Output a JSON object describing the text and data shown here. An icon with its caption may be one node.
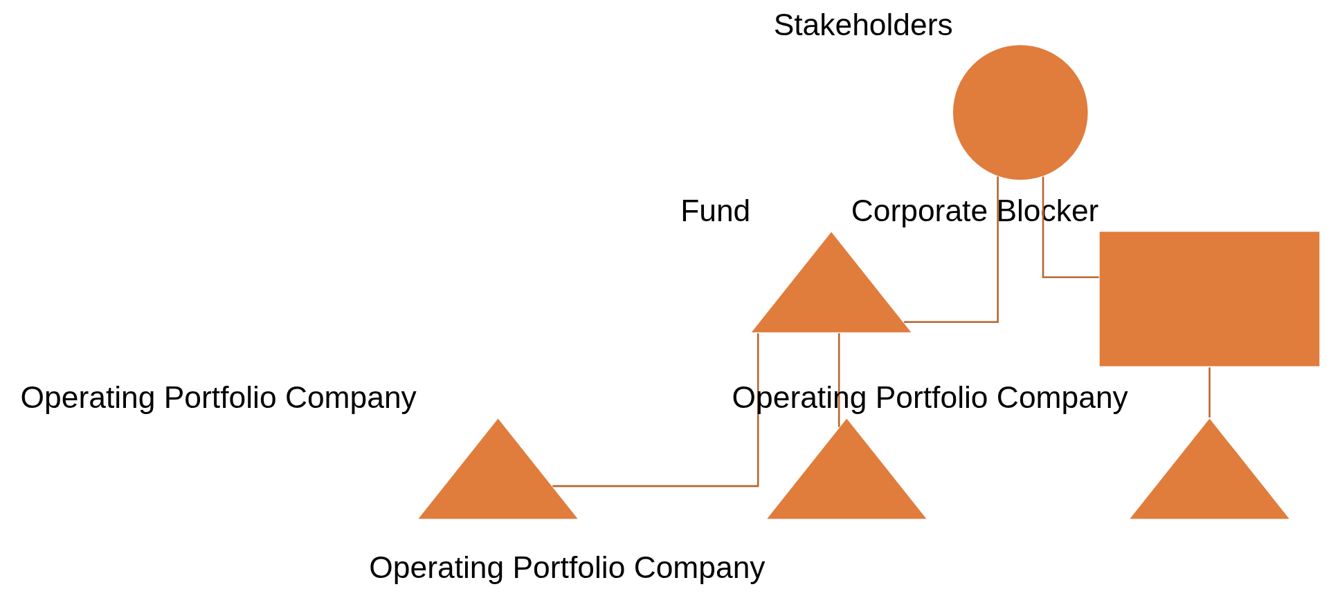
{
  "diagram": {
    "nodes": [
      {
        "text": [
          "Stakeholders"
        ]
      },
      {
        "text": [
          "Fund"
        ]
      },
      {
        "text": [
          "Corporate Blocker"
        ]
      },
      {
        "text": [
          "Operating Portfolio Company"
        ]
      },
      {
        "text": [
          "Operating Portfolio Company"
        ]
      },
      {
        "text": [
          "Operating Portfolio Company"
        ]
      }
    ],
    "edges": [
      {
        "from": 0,
        "to": 1,
        "arrow": "none"
      },
      {
        "from": 0,
        "to": 2,
        "arrow": "none"
      },
      {
        "from": 1,
        "to": 3,
        "arrow": "none"
      },
      {
        "from": 1,
        "to": 4,
        "arrow": "none"
      },
      {
        "from": 2,
        "to": 5,
        "arrow": "none"
      }
    ]
  }
}
